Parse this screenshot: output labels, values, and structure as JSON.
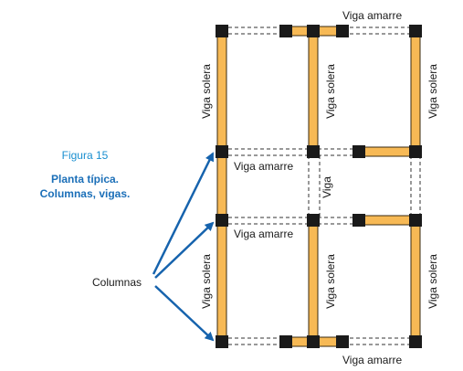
{
  "figure": {
    "number": "Figura 15",
    "caption_line1": "Planta típica.",
    "caption_line2": "Columnas, vigas."
  },
  "labels": {
    "viga_amarre_top": "Viga amarre",
    "viga_amarre_mid1": "Viga amarre",
    "viga_amarre_mid2": "Viga amarre",
    "viga_amarre_bottom": "Viga amarre",
    "viga_solera_left_upper": "Viga solera",
    "viga_solera_center_upper": "Viga solera",
    "viga_solera_right_upper": "Viga solera",
    "viga_solera_left_lower": "Viga solera",
    "viga_solera_center_lower": "Viga solera",
    "viga_solera_right_lower": "Viga solera",
    "viga_center": "Viga",
    "columnas": "Columnas"
  },
  "colors": {
    "beam_fill": "#f7b955",
    "beam_stroke": "#3a2a10",
    "column": "#1a1a1a",
    "arrow": "#1663ad",
    "caption_blue": "#1a8fd0",
    "dashed": "#333333"
  }
}
